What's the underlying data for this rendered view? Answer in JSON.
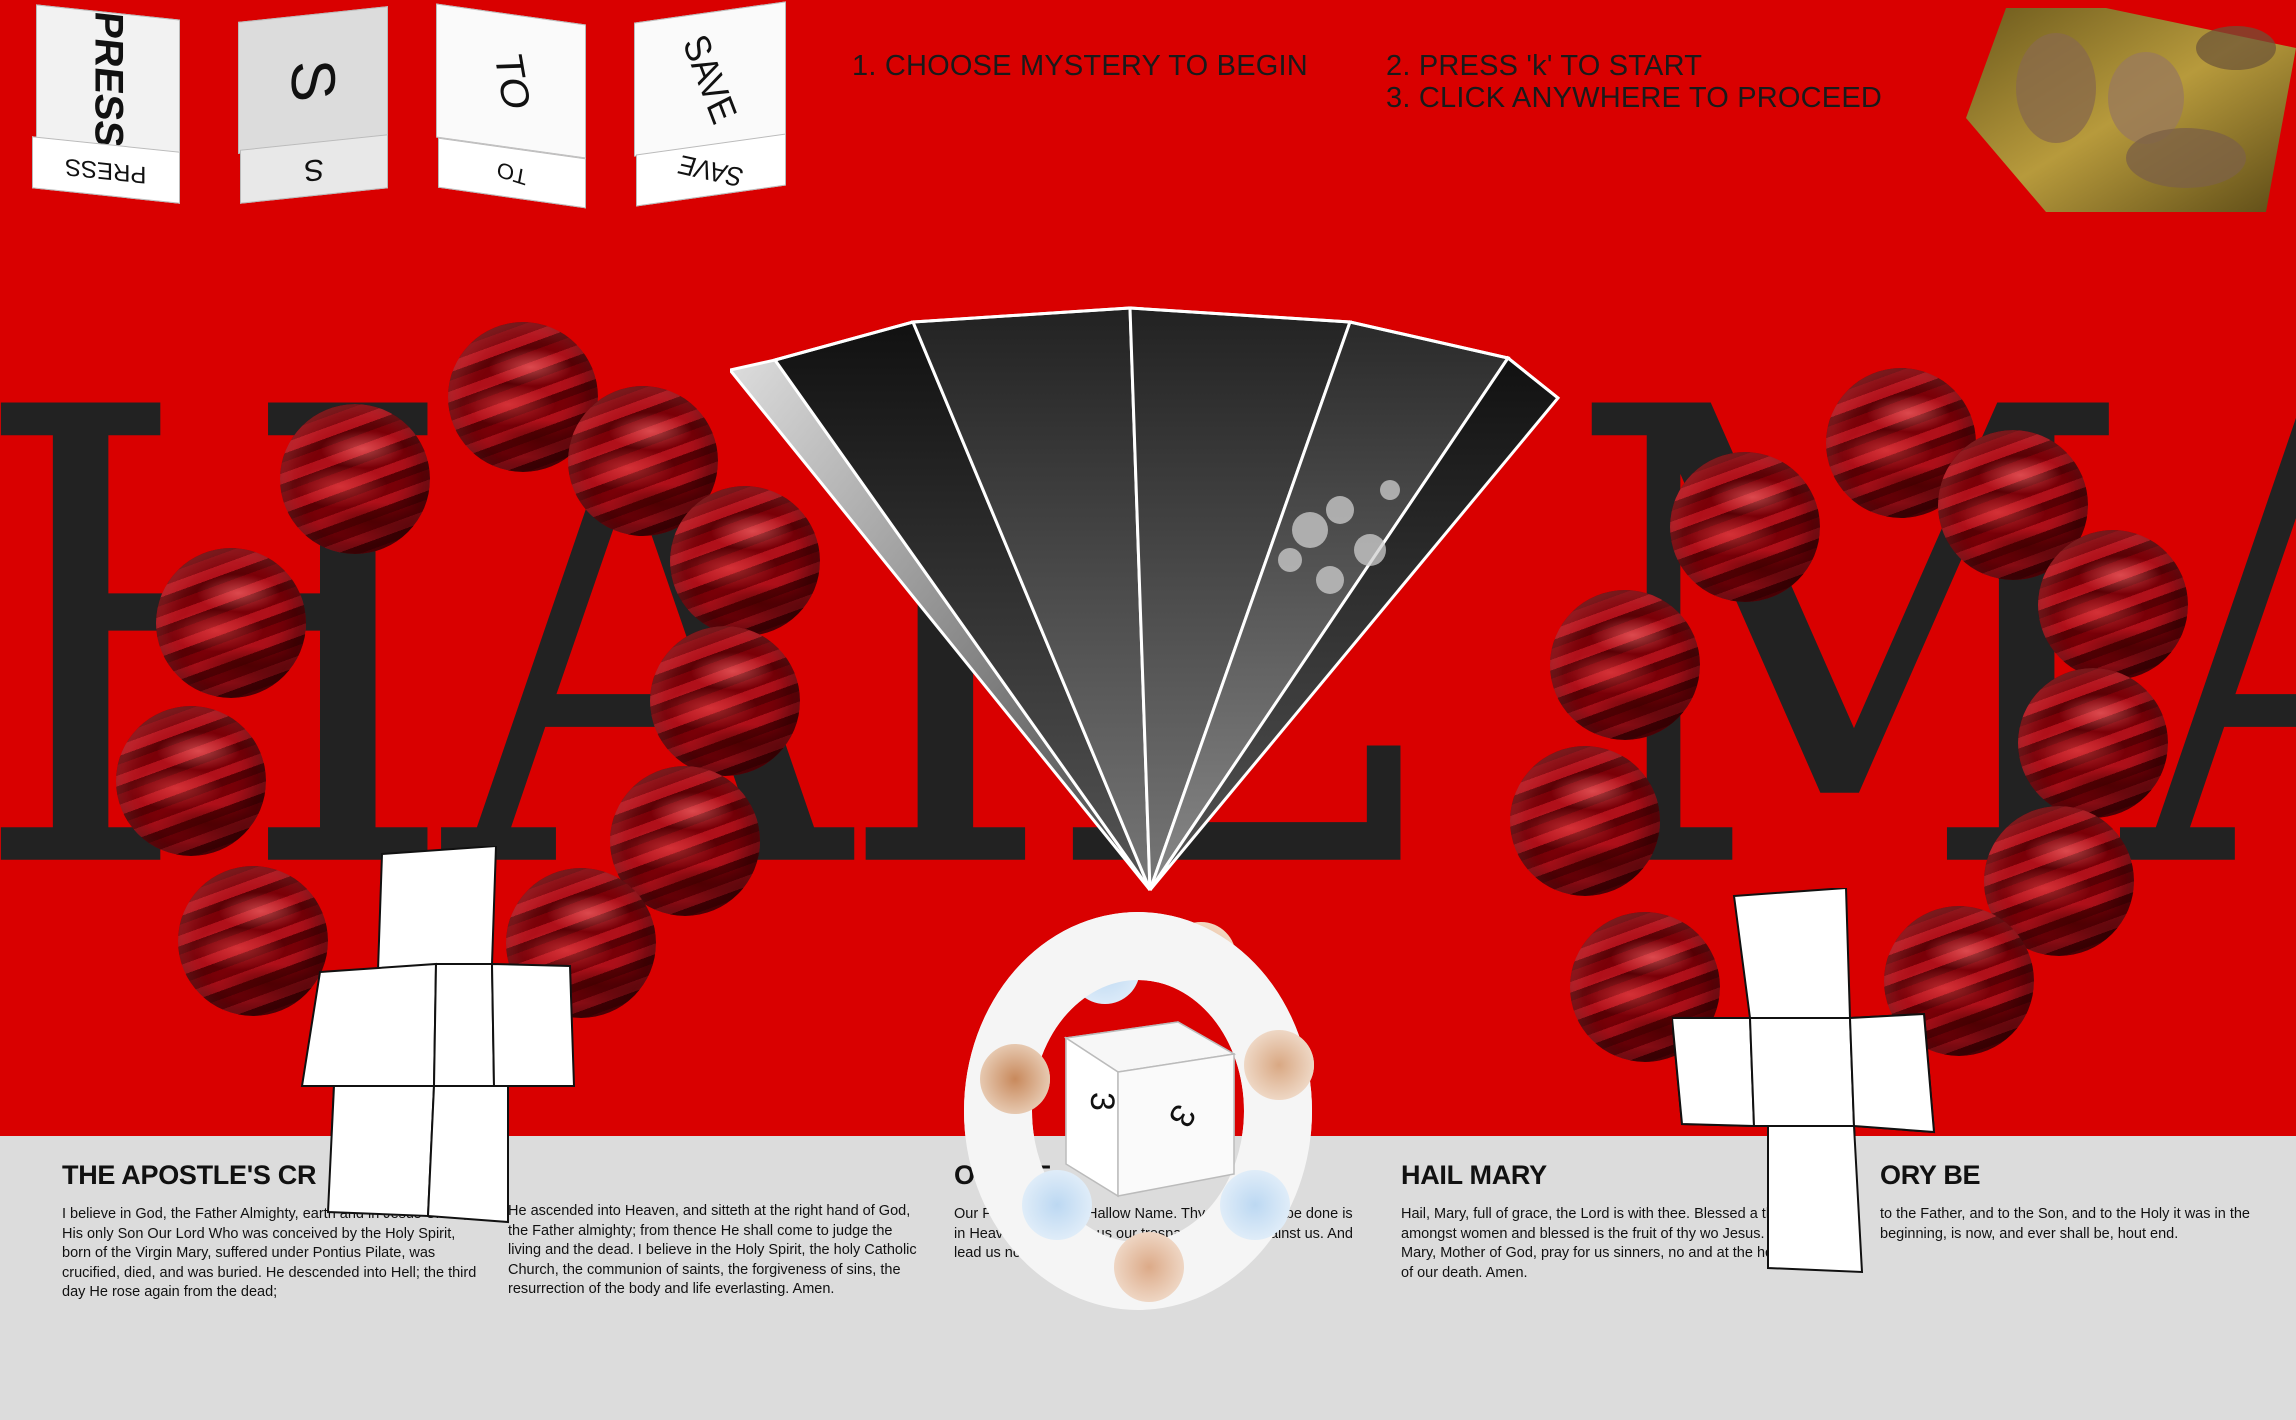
{
  "instructions": {
    "step1": "1. CHOOSE MYSTERY TO BEGIN",
    "step2": "2. PRESS 'k' TO START",
    "step3": "3. CLICK ANYWHERE TO PROCEED"
  },
  "hero_title": "HAIL MARY",
  "cubes": [
    {
      "front": "PRESS",
      "bottom": "PRESS"
    },
    {
      "front": "S",
      "bottom": "S"
    },
    {
      "front": "TO",
      "bottom": "TO"
    },
    {
      "front": "SAVE",
      "bottom": "SAVE"
    }
  ],
  "center_cube_label": "3",
  "prayers": [
    {
      "title": "THE APOSTLE'S CR",
      "text": "I believe in God, the Father Almighty, earth and in Jesus Christ, His only Son Our Lord Who was conceived by the Holy Spirit, born of the Virgin Mary, suffered under Pontius Pilate, was crucified, died, and was buried. He descended into Hell; the third day He rose again from the dead;"
    },
    {
      "title": "",
      "text": "He ascended into Heaven, and sitteth at the right hand of God, the Father almighty; from thence He shall come to judge the living and the dead. I believe in the Holy Spirit, the holy Catholic Church, the communion of saints, the forgiveness of sins, the resurrection of the body and life everlasting. Amen."
    },
    {
      "title": "O ATHE",
      "text": "Our F art in heaven, Hallow Name. Thy Kingdo Will be done is in Heaven. Give us th us our trespasses, pass against us. And lead us not i deliver us from evil. Amen."
    },
    {
      "title": "HAIL MARY",
      "text": "Hail, Mary, full of grace, the Lord is with thee. Blessed a thou amongst women and blessed is the fruit of thy wo Jesus. Holy Mary, Mother of God, pray for us sinners, no and at the hour of our death. Amen."
    },
    {
      "title": "ORY BE",
      "text": "to the Father, and to the Son, and to the Holy it was in the beginning, is now, and ever shall be, hout end."
    }
  ],
  "colors": {
    "background": "#d90000",
    "footer": "#dcdcdc",
    "text": "#1a1a1a"
  }
}
